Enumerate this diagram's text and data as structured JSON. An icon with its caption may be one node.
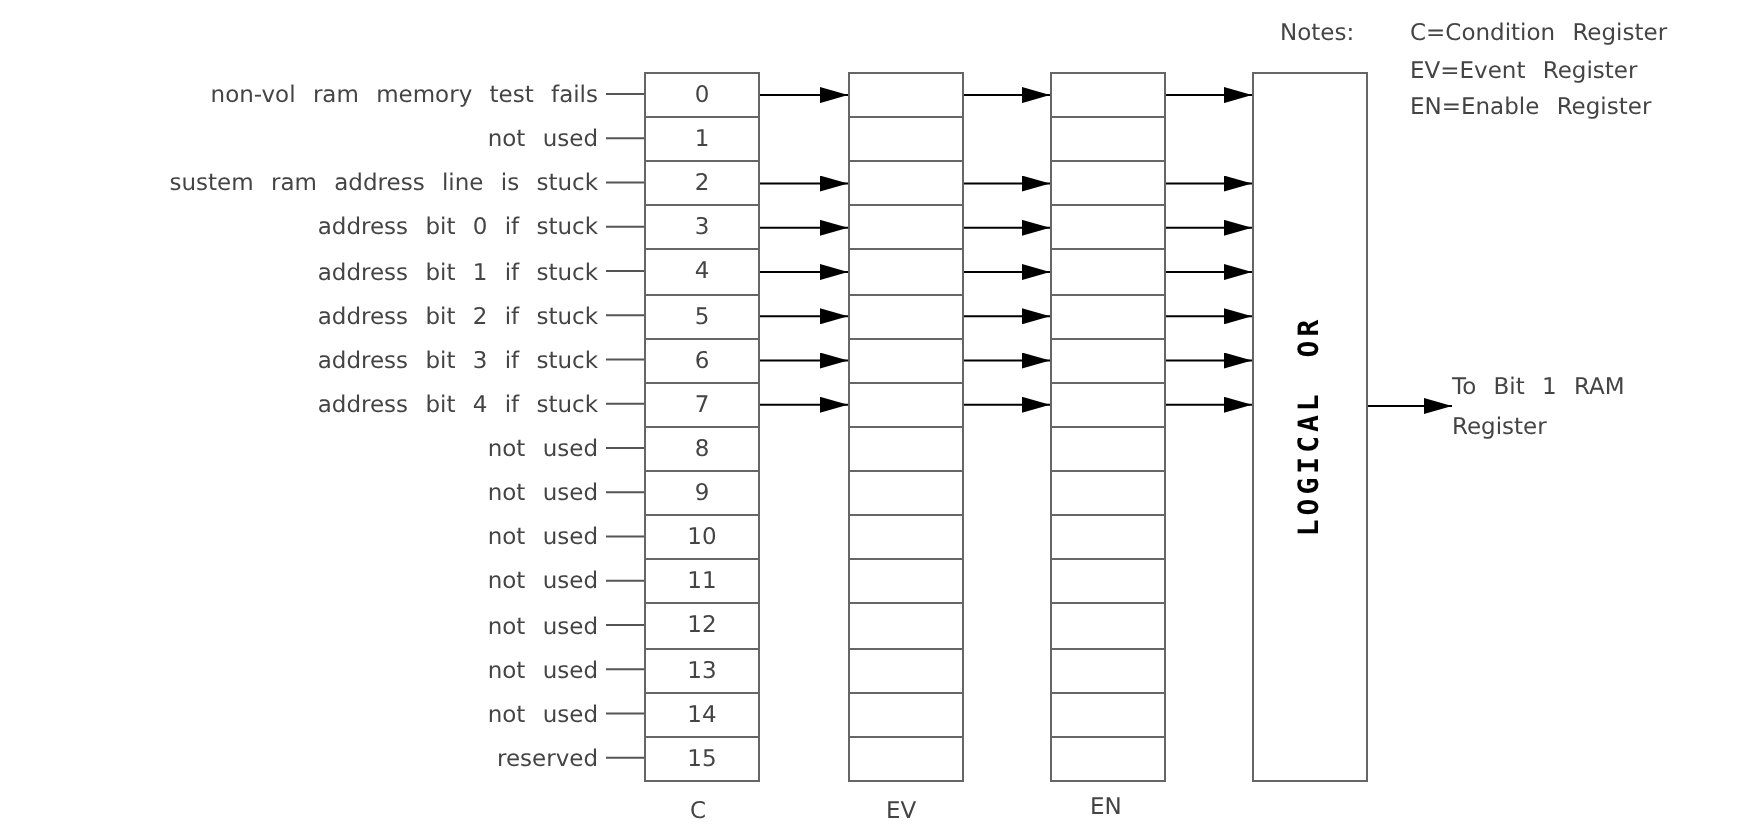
{
  "diagram": {
    "nodes": [
      {
        "text": [
          "non-vol ram memory test fails"
        ]
      },
      {
        "text": [
          "not used"
        ]
      },
      {
        "text": [
          "sustem ram address line is stuck"
        ]
      },
      {
        "text": [
          "address bit 0 if stuck"
        ]
      },
      {
        "text": [
          "address bit 1 if stuck"
        ]
      },
      {
        "text": [
          "address bit 2 if stuck"
        ]
      },
      {
        "text": [
          "address bit 3 if stuck"
        ]
      },
      {
        "text": [
          "address bit 4 if stuck"
        ]
      },
      {
        "text": [
          "not used"
        ]
      },
      {
        "text": [
          "not used"
        ]
      },
      {
        "text": [
          "not used"
        ]
      },
      {
        "text": [
          "not used"
        ]
      },
      {
        "text": [
          "not used"
        ]
      },
      {
        "text": [
          "not used"
        ]
      },
      {
        "text": [
          "not used"
        ]
      },
      {
        "text": [
          "reserved"
        ]
      },
      {
        "text": [
          "0"
        ]
      },
      {
        "text": [
          "1"
        ]
      },
      {
        "text": [
          "2"
        ]
      },
      {
        "text": [
          "3"
        ]
      },
      {
        "text": [
          "4"
        ]
      },
      {
        "text": [
          "5"
        ]
      },
      {
        "text": [
          "6"
        ]
      },
      {
        "text": [
          "7"
        ]
      },
      {
        "text": [
          "8"
        ]
      },
      {
        "text": [
          "9"
        ]
      },
      {
        "text": [
          "10"
        ]
      },
      {
        "text": [
          "11"
        ]
      },
      {
        "text": [
          "12"
        ]
      },
      {
        "text": [
          "13"
        ]
      },
      {
        "text": [
          "14"
        ]
      },
      {
        "text": [
          "15"
        ]
      },
      {
        "text": [],
        "shape": "box"
      },
      {
        "text": [],
        "shape": "box"
      },
      {
        "text": [],
        "shape": "box"
      },
      {
        "text": [],
        "shape": "box"
      },
      {
        "text": [],
        "shape": "box"
      },
      {
        "text": [],
        "shape": "box"
      },
      {
        "text": [],
        "shape": "box"
      },
      {
        "text": [],
        "shape": "box"
      },
      {
        "text": [],
        "shape": "box"
      },
      {
        "text": [],
        "shape": "box"
      },
      {
        "text": [],
        "shape": "box"
      },
      {
        "text": [],
        "shape": "box"
      },
      {
        "text": [],
        "shape": "box"
      },
      {
        "text": [],
        "shape": "box"
      },
      {
        "text": [],
        "shape": "box"
      },
      {
        "text": [],
        "shape": "box"
      },
      {
        "text": [],
        "shape": "box"
      },
      {
        "text": [],
        "shape": "box"
      },
      {
        "text": [],
        "shape": "box"
      },
      {
        "text": [],
        "shape": "box"
      },
      {
        "text": [],
        "shape": "box"
      },
      {
        "text": [],
        "shape": "box"
      },
      {
        "text": [],
        "shape": "box"
      },
      {
        "text": [],
        "shape": "box"
      },
      {
        "text": [],
        "shape": "box"
      },
      {
        "text": [],
        "shape": "box"
      },
      {
        "text": [],
        "shape": "box"
      },
      {
        "text": [],
        "shape": "box"
      },
      {
        "text": [],
        "shape": "box"
      },
      {
        "text": [],
        "shape": "box"
      },
      {
        "text": [],
        "shape": "box"
      },
      {
        "text": [],
        "shape": "box"
      },
      {
        "text": [
          "LOGICAL OR"
        ]
      },
      {
        "text": [
          "To Bit 1 RAM Register"
        ]
      }
    ],
    "edges": [
      {
        "from": 0,
        "to": 16,
        "arrow": "none"
      },
      {
        "from": 1,
        "to": 17,
        "arrow": "none"
      },
      {
        "from": 2,
        "to": 18,
        "arrow": "none"
      },
      {
        "from": 3,
        "to": 19,
        "arrow": "none"
      },
      {
        "from": 4,
        "to": 20,
        "arrow": "none"
      },
      {
        "from": 5,
        "to": 21,
        "arrow": "none"
      },
      {
        "from": 6,
        "to": 22,
        "arrow": "none"
      },
      {
        "from": 7,
        "to": 23,
        "arrow": "none"
      },
      {
        "from": 8,
        "to": 24,
        "arrow": "none"
      },
      {
        "from": 9,
        "to": 25,
        "arrow": "none"
      },
      {
        "from": 10,
        "to": 26,
        "arrow": "none"
      },
      {
        "from": 11,
        "to": 27,
        "arrow": "none"
      },
      {
        "from": 12,
        "to": 28,
        "arrow": "none"
      },
      {
        "from": 13,
        "to": 29,
        "arrow": "none"
      },
      {
        "from": 14,
        "to": 30,
        "arrow": "none"
      },
      {
        "from": 15,
        "to": 31,
        "arrow": "none"
      },
      {
        "from": 16,
        "to": 32,
        "arrow": "to"
      },
      {
        "from": 18,
        "to": 34,
        "arrow": "to"
      },
      {
        "from": 19,
        "to": 35,
        "arrow": "to"
      },
      {
        "from": 20,
        "to": 36,
        "arrow": "to"
      },
      {
        "from": 21,
        "to": 37,
        "arrow": "to"
      },
      {
        "from": 22,
        "to": 38,
        "arrow": "to"
      },
      {
        "from": 23,
        "to": 39,
        "arrow": "to"
      },
      {
        "from": 32,
        "to": 48,
        "arrow": "to"
      },
      {
        "from": 34,
        "to": 50,
        "arrow": "to"
      },
      {
        "from": 35,
        "to": 51,
        "arrow": "to"
      },
      {
        "from": 36,
        "to": 52,
        "arrow": "to"
      },
      {
        "from": 37,
        "to": 53,
        "arrow": "to"
      },
      {
        "from": 38,
        "to": 54,
        "arrow": "to"
      },
      {
        "from": 39,
        "to": 55,
        "arrow": "to"
      },
      {
        "from": 48,
        "to": 64,
        "arrow": "to"
      },
      {
        "from": 50,
        "to": 64,
        "arrow": "to"
      },
      {
        "from": 51,
        "to": 64,
        "arrow": "to"
      },
      {
        "from": 52,
        "to": 64,
        "arrow": "to"
      },
      {
        "from": 53,
        "to": 64,
        "arrow": "to"
      },
      {
        "from": 54,
        "to": 64,
        "arrow": "to"
      },
      {
        "from": 55,
        "to": 64,
        "arrow": "to"
      },
      {
        "from": 64,
        "to": 65,
        "arrow": "to"
      }
    ],
    "labels": [
      "Notes:",
      "C=Condition Register",
      "EV=Event Register",
      "EN=Enable Register",
      "C",
      "EV",
      "EN"
    ]
  }
}
